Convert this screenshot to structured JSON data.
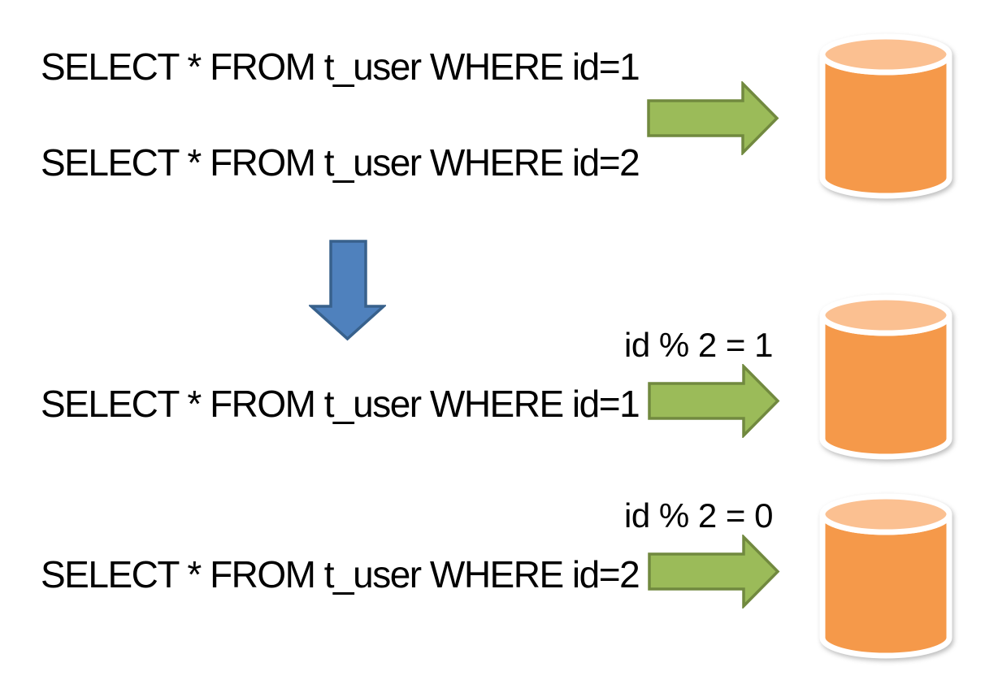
{
  "diagram": {
    "colors": {
      "background": "#FFFFFF",
      "text": "#000000",
      "arrow_green_fill": "#9BBB59",
      "arrow_green_border": "#71893F",
      "arrow_blue_fill": "#4F81BD",
      "arrow_blue_border": "#38618C",
      "db_body": "#F5994A",
      "db_top": "#FBC091",
      "db_outline": "#FFFFFF"
    },
    "before": {
      "queries": [
        "SELECT * FROM t_user WHERE id=1",
        "SELECT * FROM t_user WHERE id=2"
      ],
      "arrow_icon": "right-arrow",
      "database_icon": "database-cylinder"
    },
    "transition_icon": "down-arrow",
    "after": {
      "routes": [
        {
          "query": "SELECT * FROM t_user WHERE id=1",
          "condition": "id % 2 = 1"
        },
        {
          "query": "SELECT * FROM t_user WHERE id=2",
          "condition": "id % 2 = 0"
        }
      ]
    }
  }
}
